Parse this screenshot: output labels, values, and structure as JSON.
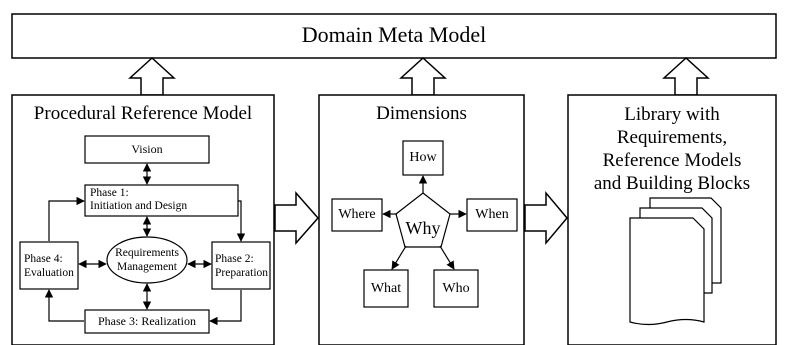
{
  "meta_model": {
    "title": "Domain Meta Model"
  },
  "procedural": {
    "title": "Procedural Reference Model",
    "vision": "Vision",
    "phase1": [
      "Phase 1:",
      "Initiation and Design"
    ],
    "phase2": [
      "Phase 2:",
      "Preparation"
    ],
    "phase3": "Phase 3: Realization",
    "phase4": [
      "Phase 4:",
      "Evaluation"
    ],
    "requirements": [
      "Requirements",
      "Management"
    ]
  },
  "dimensions": {
    "title": "Dimensions",
    "center": "Why",
    "how": "How",
    "where": "Where",
    "when": "When",
    "what": "What",
    "who": "Who"
  },
  "library": {
    "title_lines": [
      "Library with",
      "Requirements,",
      "Reference Models",
      "and Building Blocks"
    ]
  }
}
